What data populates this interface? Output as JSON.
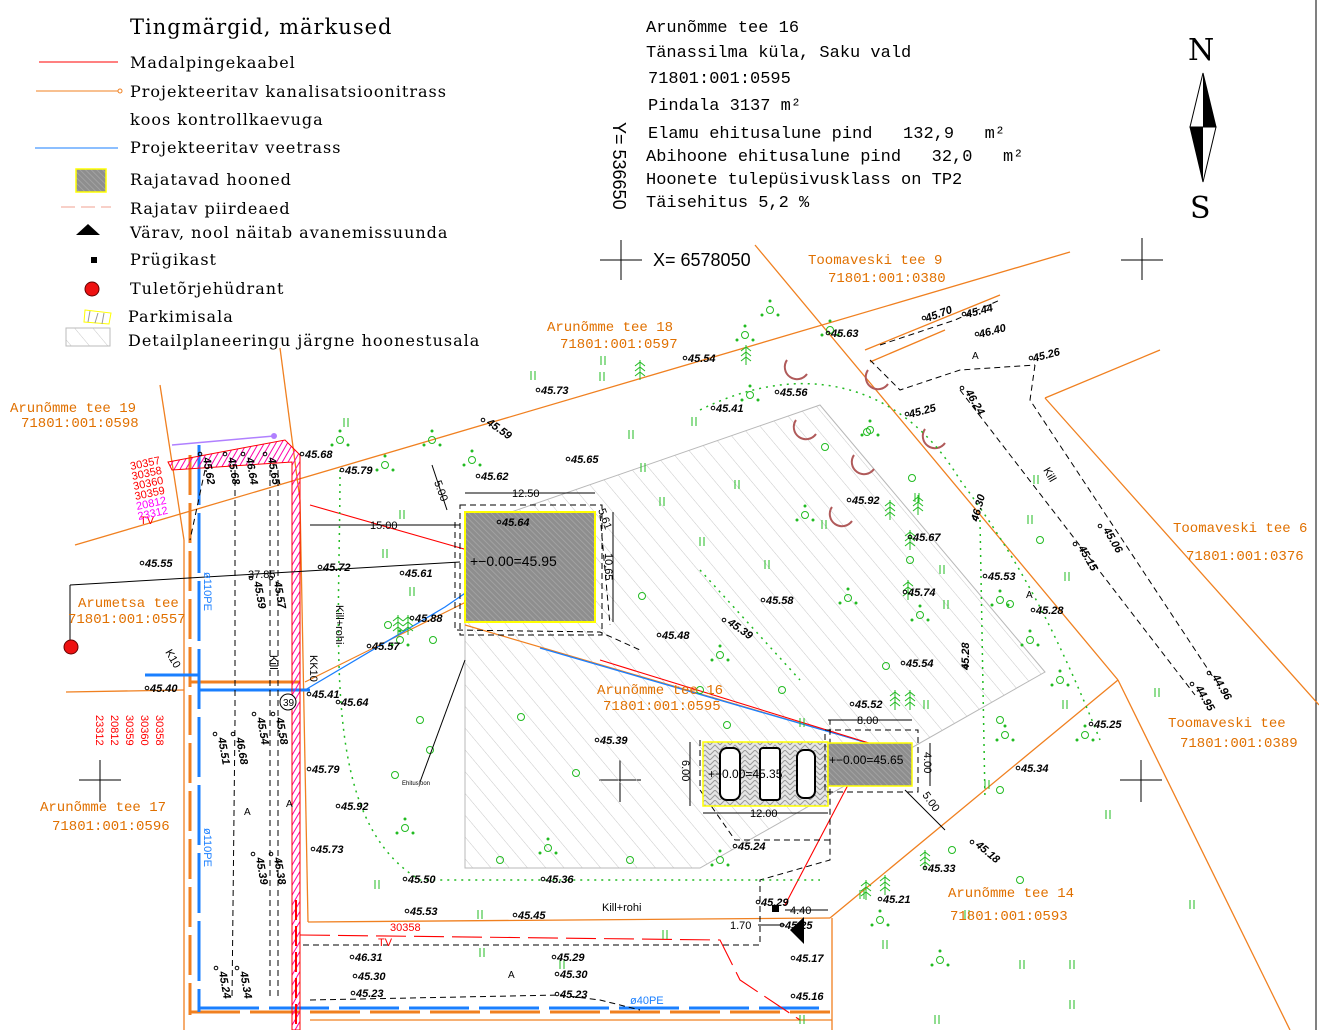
{
  "legend": {
    "title": "Tingmärgid, märkused",
    "items": [
      {
        "label": "Madalpingekaabel",
        "color": "#ff0000"
      },
      {
        "label": "Projekteeritav kanalisatsioonitrass",
        "color": "#f08020"
      },
      {
        "label": "koos kontrollkaevuga"
      },
      {
        "label": "Projekteeritav veetrass",
        "color": "#1a7fff"
      },
      {
        "label": "Rajatavad hooned",
        "color": "#8c8c8c"
      },
      {
        "label": "Rajatav piirdeaed",
        "color": "#f0a090"
      },
      {
        "label": "Värav, nool näitab avanemissuunda"
      },
      {
        "label": "Prügikast"
      },
      {
        "label": "Tuletõrjehüdrant",
        "color": "#ee1111"
      },
      {
        "label": "Parkimisala",
        "color": "#ffff00"
      },
      {
        "label": "Detailplaneeringu järgne hoonestusala"
      }
    ]
  },
  "info": {
    "address": "Arunõmme tee 16",
    "village": "Tänassilma küla, Saku vald",
    "cadastre": "71801:001:0595",
    "area": "Pindala 3137 m²",
    "house_footprint": "Elamu ehitusalune pind   132,9   m²",
    "annex_footprint": "Abihoone ehitusalune pind   32,0   m²",
    "fire_class": "Hoonete tulepüsivusklass on TP2",
    "coverage": "Täisehitus 5,2 %"
  },
  "compass": {
    "north": "N",
    "south": "S"
  },
  "coordinates": {
    "y": "Y= 536650",
    "x": "X= 6578050"
  },
  "parcels": [
    {
      "name": "Arunõmme tee 19",
      "id": "71801:001:0598"
    },
    {
      "name": "Arumetsa tee",
      "id": "71801:001:0557"
    },
    {
      "name": "Arunõmme tee 17",
      "id": "71801:001:0596"
    },
    {
      "name": "Arunõmme tee 18",
      "id": "71801:001:0597"
    },
    {
      "name": "Toomaveski tee 9",
      "id": "71801:001:0380"
    },
    {
      "name": "Toomaveski tee 6",
      "id": "71801:001:0376"
    },
    {
      "name": "Toomaveski tee",
      "id": "71801:001:0389"
    },
    {
      "name": "Arunõmme tee 16",
      "id": "71801:001:0595"
    },
    {
      "name": "Arunõmme tee 14",
      "id": "71801:001:0593"
    }
  ],
  "buildings": {
    "house_level": "+−0.00=45.95",
    "parking_level": "+−0.00=45.35",
    "annex_level": "+−0.00=45.65"
  },
  "dimensions": [
    "12.50",
    "5.00",
    "15.00",
    "37.85",
    "10.65",
    "5.61",
    "8.00",
    "4.00",
    "5.00",
    "12.00",
    "6.00",
    "4.40",
    "1.70"
  ],
  "annotations": {
    "kill_rohi_1": "Kill+rohi",
    "kill_rohi_2": "Kill+rohi",
    "kill_1": "Kill",
    "kill_2": "Kill",
    "kk10": "KK10",
    "k10": "K10",
    "pipe_110_1": "ø110PE",
    "pipe_110_2": "ø110PE",
    "pipe_40": "ø40PE",
    "building_line": "Ehitusjoon",
    "tv_1": "TV",
    "tv_2": "TV",
    "cable_bottom": "30358",
    "well_no": "39",
    "road_a": [
      "A",
      "A",
      "A",
      "A",
      "A"
    ]
  },
  "cables_north": [
    "30357",
    "30358",
    "30360",
    "30359",
    "20812",
    "23312"
  ],
  "cables_west": [
    "30358",
    "30360",
    "30359",
    "20812",
    "23312"
  ],
  "elevations": [
    "45.68",
    "45.79",
    "45.62",
    "45.68",
    "46.64",
    "45.65",
    "45.55",
    "45.72",
    "45.61",
    "45.59",
    "45.57",
    "45.88",
    "45.57",
    "45.40",
    "45.41",
    "45.64",
    "45.54",
    "45.58",
    "45.51",
    "46.68",
    "45.79",
    "45.92",
    "45.73",
    "45.39",
    "45.38",
    "45.50",
    "45.36",
    "45.53",
    "45.45",
    "46.31",
    "45.30",
    "45.23",
    "45.29",
    "45.30",
    "45.23",
    "45.24",
    "45.34",
    "45.73",
    "45.59",
    "45.62",
    "45.65",
    "45.54",
    "45.63",
    "45.41",
    "45.56",
    "45.64",
    "45.92",
    "45.67",
    "45.74",
    "45.58",
    "45.48",
    "45.39",
    "45.54",
    "45.52",
    "45.39",
    "45.70",
    "45.44",
    "46.40",
    "45.26",
    "45.25",
    "46.24",
    "46.30",
    "45.06",
    "45.15",
    "45.53",
    "45.28",
    "45.28",
    "44.96",
    "44.95",
    "45.25",
    "45.34",
    "45.24",
    "45.29",
    "45.25",
    "45.17",
    "45.16",
    "45.33",
    "45.21",
    "45.18"
  ]
}
